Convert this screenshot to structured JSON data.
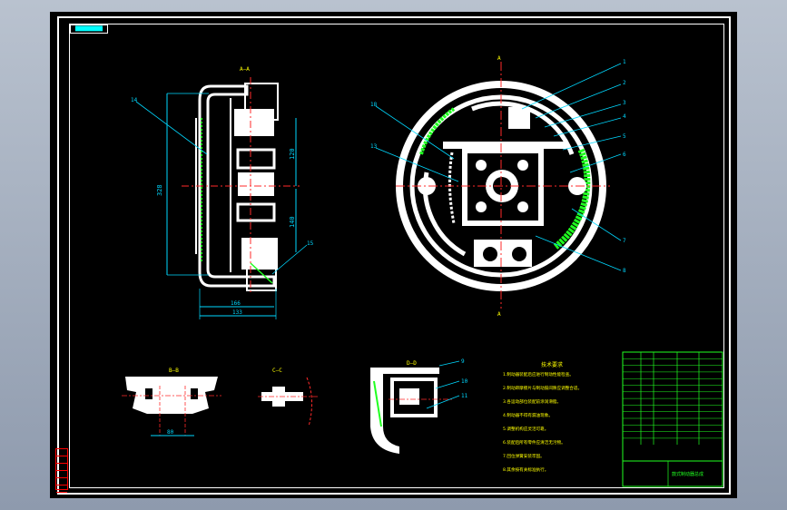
{
  "sheet": {
    "tag": "██████████"
  },
  "views": {
    "section_a": {
      "label": "A—A"
    },
    "front": {
      "label_top": "A",
      "label_bottom": "A"
    },
    "section_b": {
      "label": "B—B"
    },
    "section_c": {
      "label": "C—C"
    },
    "section_d": {
      "label": "D—D"
    }
  },
  "dimensions": {
    "d_overall_height": "328",
    "d_upper": "120",
    "d_lower": "140",
    "d_width_inner": "166",
    "d_width_outer": "133",
    "d_bottom": "80"
  },
  "callouts": {
    "right": [
      "1",
      "2",
      "3",
      "4",
      "5",
      "6",
      "7",
      "8"
    ],
    "left": [
      "18",
      "13"
    ],
    "section_a": [
      "14",
      "15"
    ],
    "section_d": [
      "9",
      "10",
      "11"
    ]
  },
  "notes": {
    "title": "技术要求",
    "lines": [
      "1.制动器装配后应进行制动性能检查。",
      "2.制动蹄摩擦片与制动鼓间隙应调整合适。",
      "3.各运动部位装配前涂润滑脂。",
      "4.制动器不得有漏油现象。",
      "5.调整机构应灵活可靠。",
      "6.装配后所有零件应清洁无污物。",
      "7.回位弹簧安装牢固。",
      "8.其余按有关标准执行。"
    ]
  },
  "title_block": {
    "rows": 14,
    "bottom_title": "鼓式制动器总成"
  },
  "colors": {
    "outline": "#ffffff",
    "centerline": "#ff2a2a",
    "dimension": "#00d8ff",
    "hatch": "#20ff20",
    "notes": "#ffff00",
    "frame": "#ff0000"
  }
}
